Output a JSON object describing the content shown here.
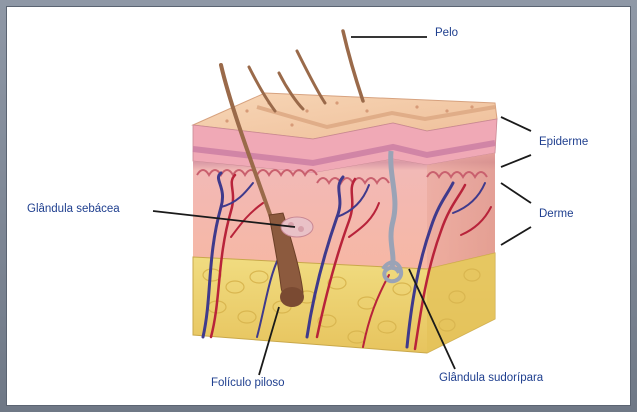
{
  "labels": {
    "pelo": "Pelo",
    "epiderme": "Epiderme",
    "derme": "Derme",
    "glandula_sebacea": "Glândula sebácea",
    "foliculo_piloso": "Folículo piloso",
    "glandula_sudoripara": "Glândula sudorípara"
  },
  "colors": {
    "label_text": "#1f3f8f",
    "leader_line": "#1a1a1a",
    "skin_surface": "#f4c9a6",
    "dermis": "#f2b8b0",
    "hypodermis": "#efd97a",
    "blood_vessel_red": "#b8233a",
    "blood_vessel_blue": "#3f3a8c"
  }
}
